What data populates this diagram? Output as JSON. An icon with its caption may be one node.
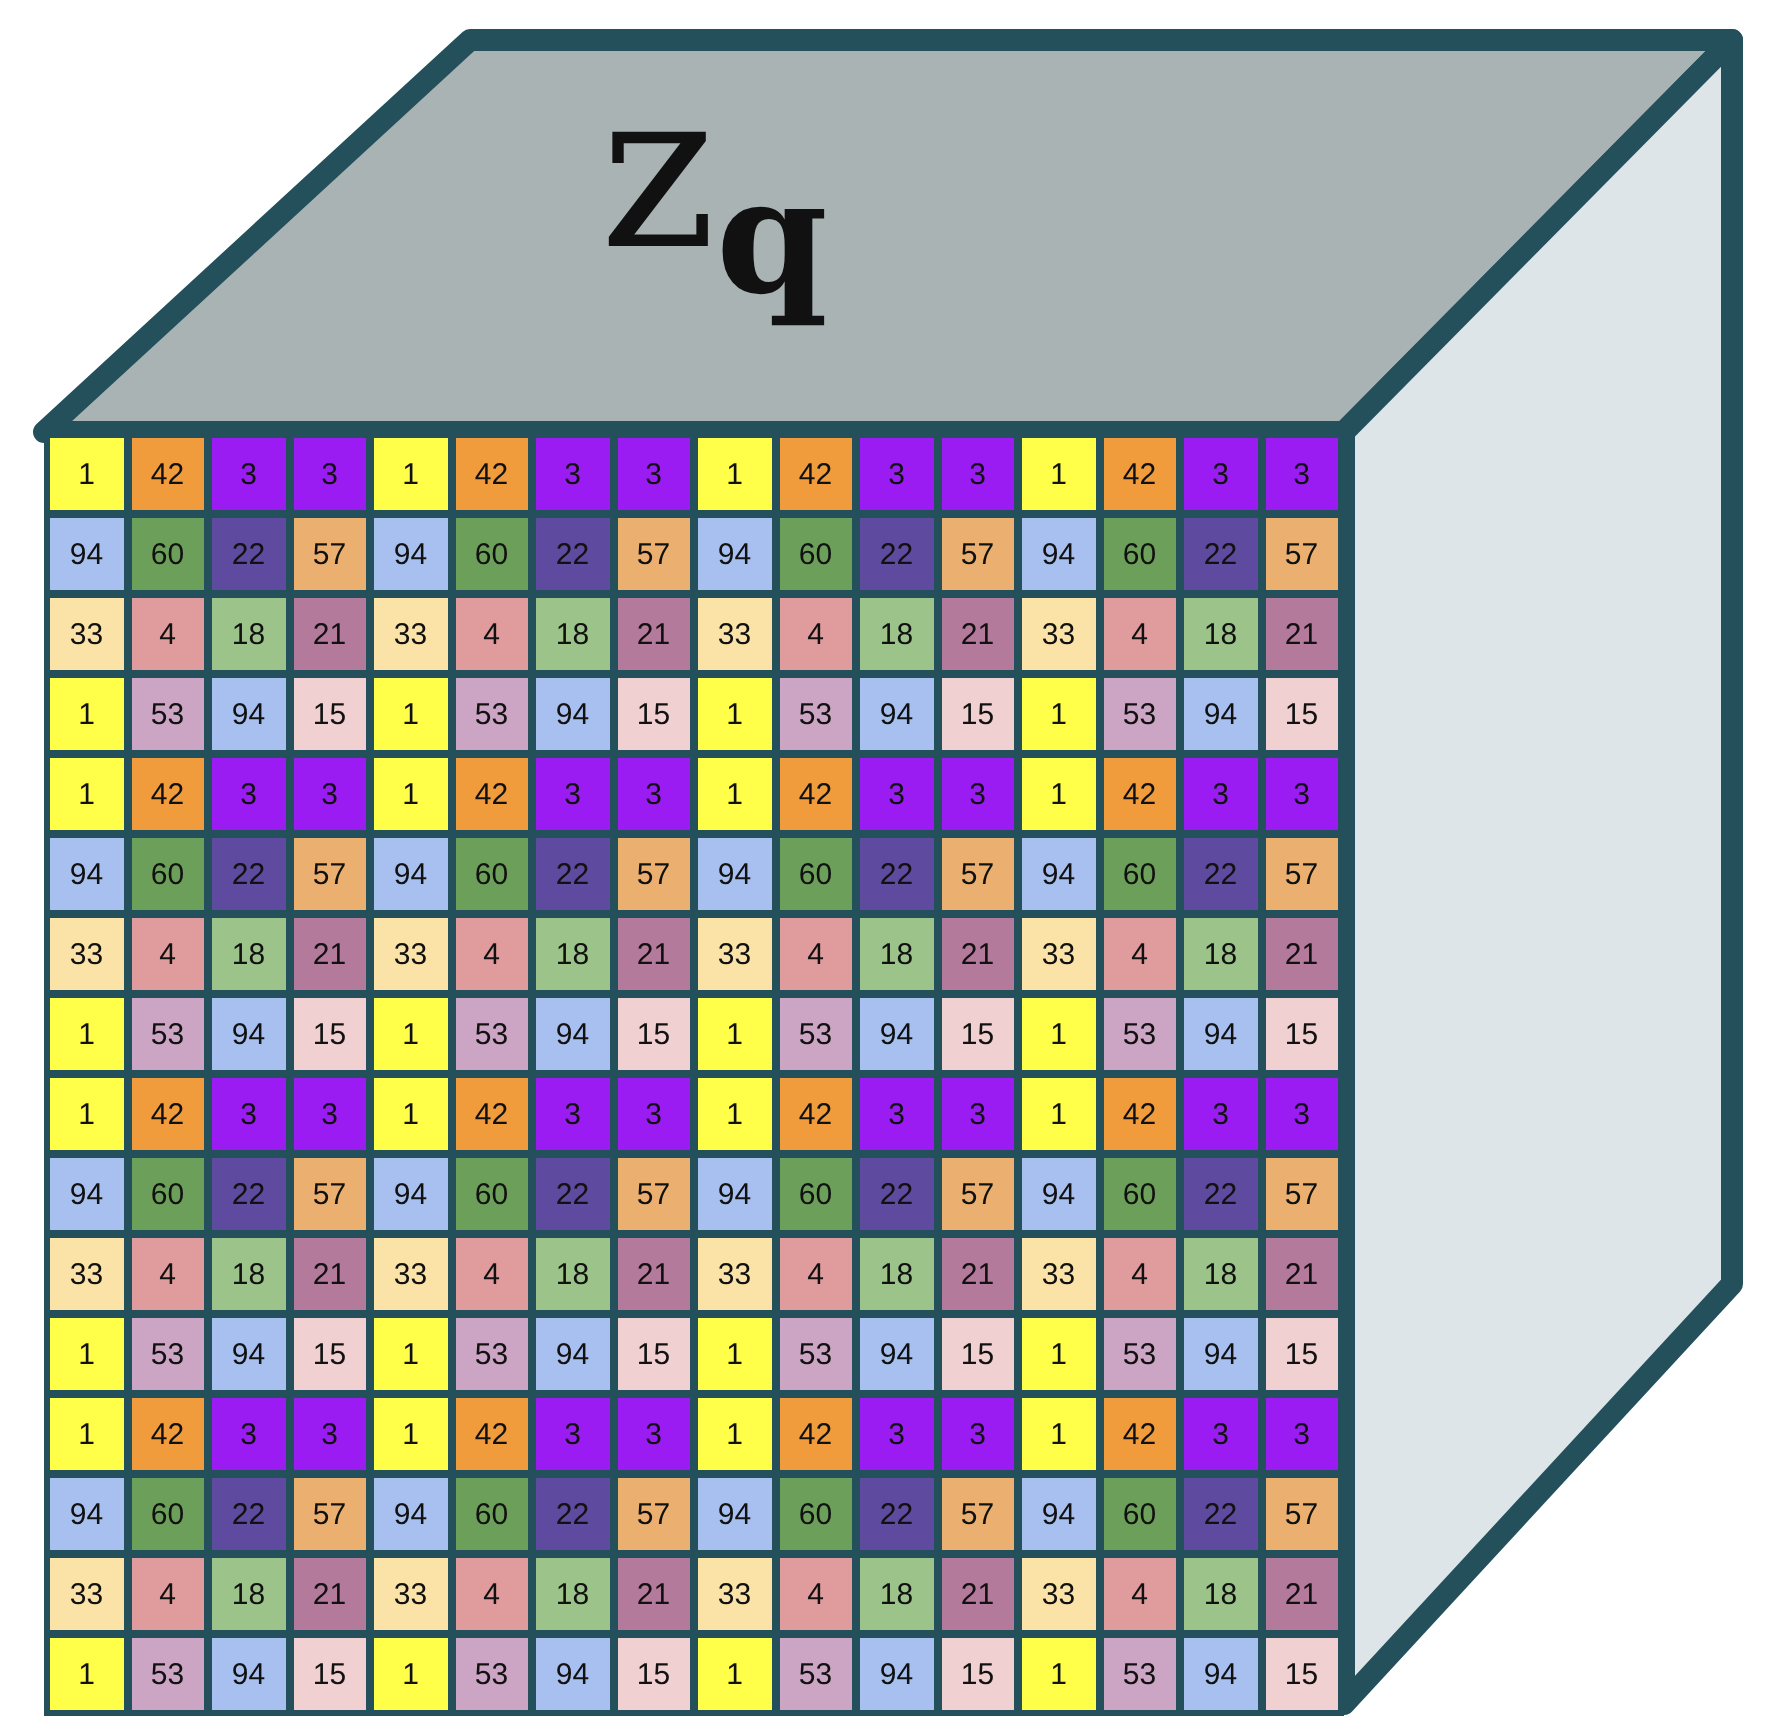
{
  "diagram": {
    "title": "z$_{q}$",
    "labels": [
      "1",
      "42",
      "3",
      "3",
      "1",
      "42",
      "3",
      "3",
      "1",
      "42",
      "3",
      "3",
      "1",
      "42",
      "3",
      "3",
      "94",
      "60",
      "22",
      "57",
      "94",
      "60",
      "22",
      "57",
      "94",
      "60",
      "22",
      "57",
      "94",
      "60",
      "22",
      "57",
      "33",
      "4",
      "18",
      "21",
      "33",
      "4",
      "18",
      "21",
      "33",
      "4",
      "18",
      "21",
      "33",
      "4",
      "18",
      "21",
      "1",
      "53",
      "94",
      "15",
      "1",
      "53",
      "94",
      "15",
      "1",
      "53",
      "94",
      "15",
      "1",
      "53",
      "94",
      "15",
      "1",
      "42",
      "3",
      "3",
      "1",
      "42",
      "3",
      "3",
      "1",
      "42",
      "3",
      "3",
      "1",
      "42",
      "3",
      "3",
      "94",
      "60",
      "22",
      "57",
      "94",
      "60",
      "22",
      "57",
      "94",
      "60",
      "22",
      "57",
      "94",
      "60",
      "22",
      "57",
      "33",
      "4",
      "18",
      "21",
      "33",
      "4",
      "18",
      "21",
      "33",
      "4",
      "18",
      "21",
      "33",
      "4",
      "18",
      "21",
      "1",
      "53",
      "94",
      "15",
      "1",
      "53",
      "94",
      "15",
      "1",
      "53",
      "94",
      "15",
      "1",
      "53",
      "94",
      "15",
      "1",
      "42",
      "3",
      "3",
      "1",
      "42",
      "3",
      "3",
      "1",
      "42",
      "3",
      "3",
      "1",
      "42",
      "3",
      "3",
      "94",
      "60",
      "22",
      "57",
      "94",
      "60",
      "22",
      "57",
      "94",
      "60",
      "22",
      "57",
      "94",
      "60",
      "22",
      "57",
      "33",
      "4",
      "18",
      "21",
      "33",
      "4",
      "18",
      "21",
      "33",
      "4",
      "18",
      "21",
      "33",
      "4",
      "18",
      "21",
      "1",
      "53",
      "94",
      "15",
      "1",
      "53",
      "94",
      "15",
      "1",
      "53",
      "94",
      "15",
      "1",
      "53",
      "94",
      "15",
      "1",
      "42",
      "3",
      "3",
      "1",
      "42",
      "3",
      "3",
      "1",
      "42",
      "3",
      "3",
      "1",
      "42",
      "3",
      "3",
      "94",
      "60",
      "22",
      "57",
      "94",
      "60",
      "22",
      "57",
      "94",
      "60",
      "22",
      "57",
      "94",
      "60",
      "22",
      "57",
      "33",
      "4",
      "18",
      "21",
      "33",
      "4",
      "18",
      "21",
      "33",
      "4",
      "18",
      "21",
      "33",
      "4",
      "18",
      "21",
      "1",
      "53",
      "94",
      "15",
      "1",
      "53",
      "94",
      "15",
      "1",
      "53",
      "94",
      "15",
      "1",
      "53",
      "94",
      "15"
    ]
  }
}
